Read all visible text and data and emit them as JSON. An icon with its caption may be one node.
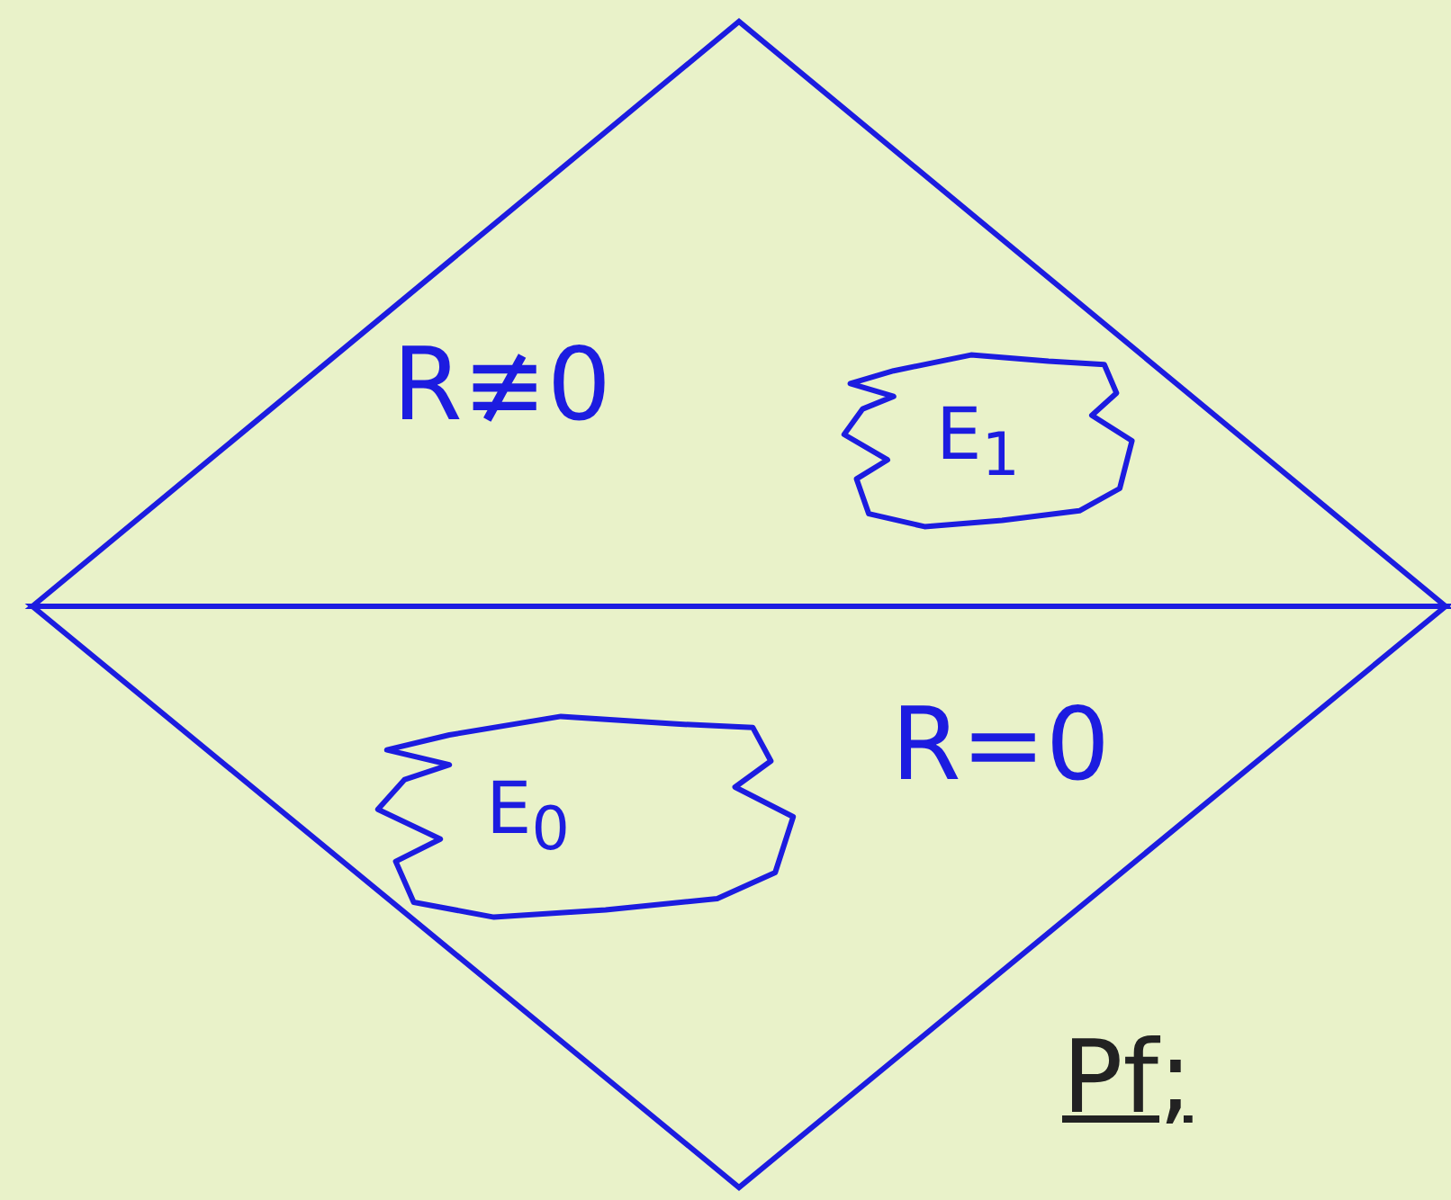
{
  "diagram": {
    "nodes": [
      {
        "text": [
          "R≢0"
        ]
      },
      {
        "text": [
          "E$_{1}$"
        ],
        "in": 0
      },
      {
        "text": [
          "R=0"
        ]
      },
      {
        "text": [
          "E$_{0}$"
        ],
        "in": 2
      }
    ],
    "labels": [
      "Pf;"
    ]
  }
}
